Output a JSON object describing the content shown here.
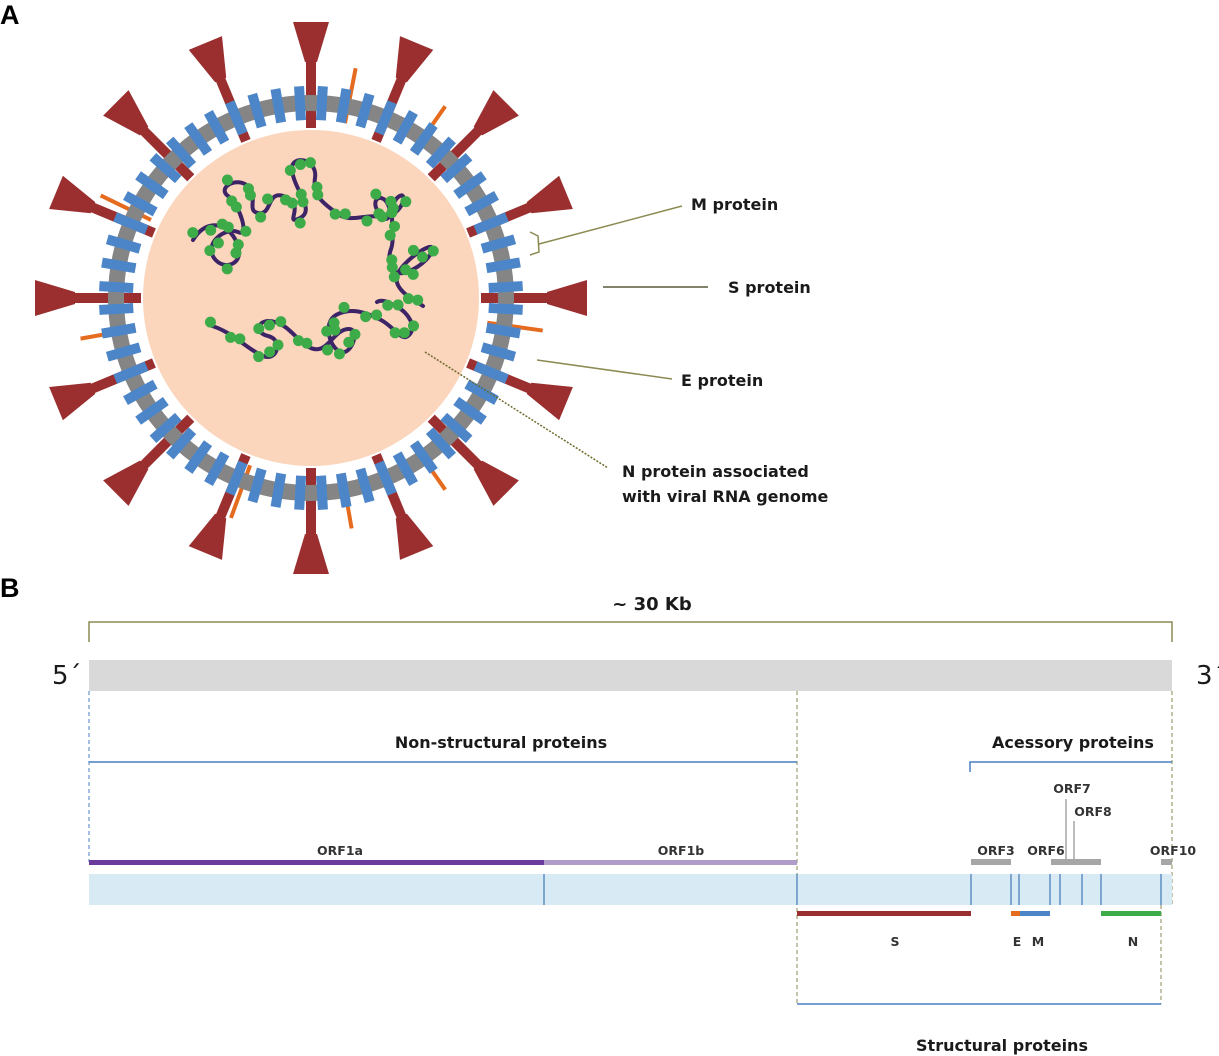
{
  "panels": {
    "a": "A",
    "b": "B"
  },
  "virion": {
    "labels": {
      "m_protein": "M protein",
      "s_protein": "S protein",
      "e_protein": "E protein",
      "n_protein_line1": "N protein associated",
      "n_protein_line2": "with viral RNA genome"
    },
    "colors": {
      "core": "#fbd5bc",
      "envelope": "#858585",
      "m_protein": "#4c86c8",
      "s_protein": "#9b2f2f",
      "e_protein": "#e56b1f",
      "rna": "#3c2466",
      "n_protein": "#3dab48",
      "leader": "#8c8a52"
    },
    "spike_angles_deg": [
      0,
      22.5,
      45,
      67.5,
      90,
      112.5,
      135,
      157.5,
      180,
      202.5,
      225,
      247.5,
      270,
      292.5,
      315,
      337.5
    ],
    "e_protein_angles_deg": [
      11,
      35,
      98,
      145,
      170,
      200,
      260,
      296
    ],
    "m_protein_count": 56
  },
  "genome": {
    "size_label": "~ 30 Kb",
    "five_prime": "5´",
    "three_prime": "3´",
    "groups": {
      "non_structural": "Non-structural proteins",
      "accessory": "Acessory proteins",
      "structural": "Structural proteins"
    },
    "orfs": {
      "orf1a": "ORF1a",
      "orf1b": "ORF1b",
      "orf3": "ORF3",
      "orf6": "ORF6",
      "orf7": "ORF7",
      "orf8": "ORF8",
      "orf10": "ORF10"
    },
    "genes": {
      "s": "S",
      "e": "E",
      "m": "M",
      "n": "N"
    },
    "colors": {
      "genome_bar": "#d9d9d9",
      "orf_track": "#d8ebf5",
      "orf1a": "#6a3a9c",
      "orf1b": "#b09cc8",
      "accessory": "#a6a6a6",
      "s_gene": "#9b2f2f",
      "e_gene": "#e56b1f",
      "m_gene": "#4c86c8",
      "n_gene": "#3dab48",
      "bracket_blue": "#4a7fc1",
      "bracket_olive": "#8c8a52"
    }
  }
}
